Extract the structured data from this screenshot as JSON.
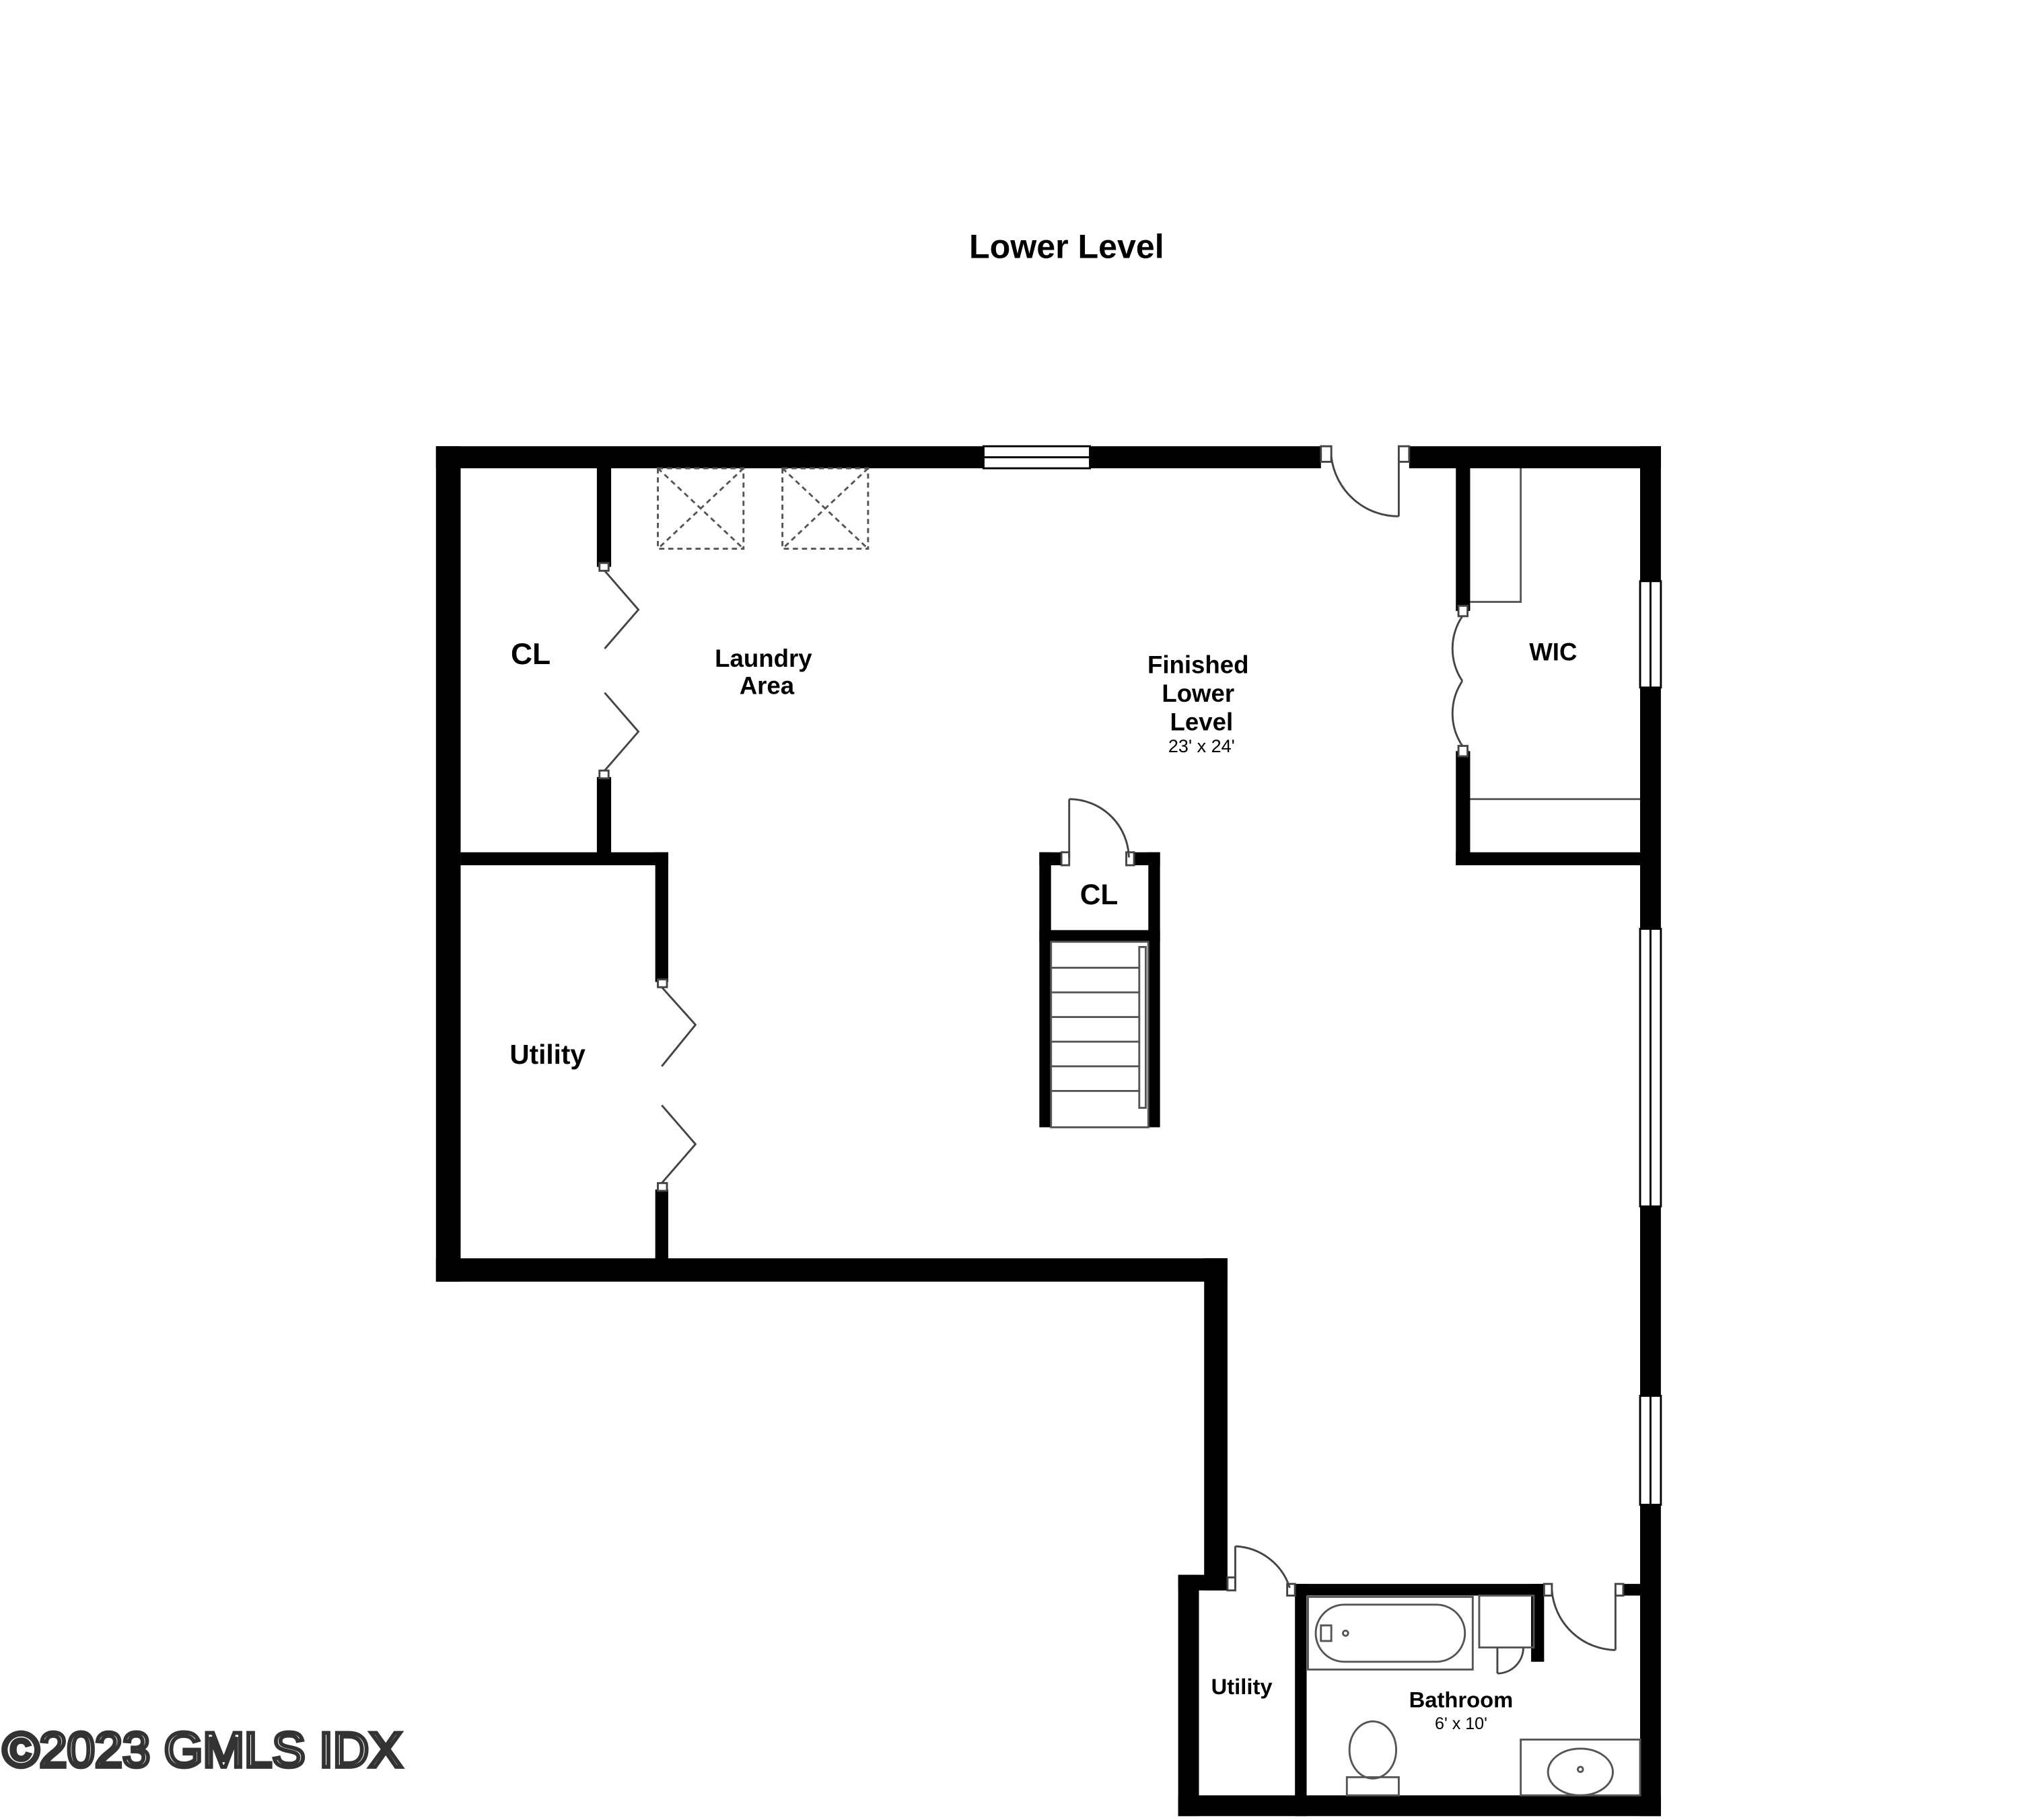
{
  "title": "Lower Level",
  "rooms": {
    "closet_left": {
      "name": "CL"
    },
    "laundry": {
      "name_line1": "Laundry",
      "name_line2": "Area"
    },
    "finished": {
      "name_line1": "Finished",
      "name_line2": "Lower",
      "name_line3": "Level",
      "dimensions": "23' x 24'"
    },
    "wic": {
      "name": "WIC"
    },
    "closet_center": {
      "name": "CL"
    },
    "utility_left": {
      "name": "Utility"
    },
    "utility_small": {
      "name": "Utility"
    },
    "bathroom": {
      "name": "Bathroom",
      "dimensions": "6' x 10'"
    }
  },
  "watermark": "©2023 GMLS IDX",
  "colors": {
    "wall": "#000000",
    "fixture": "#555555",
    "background": "#ffffff"
  }
}
